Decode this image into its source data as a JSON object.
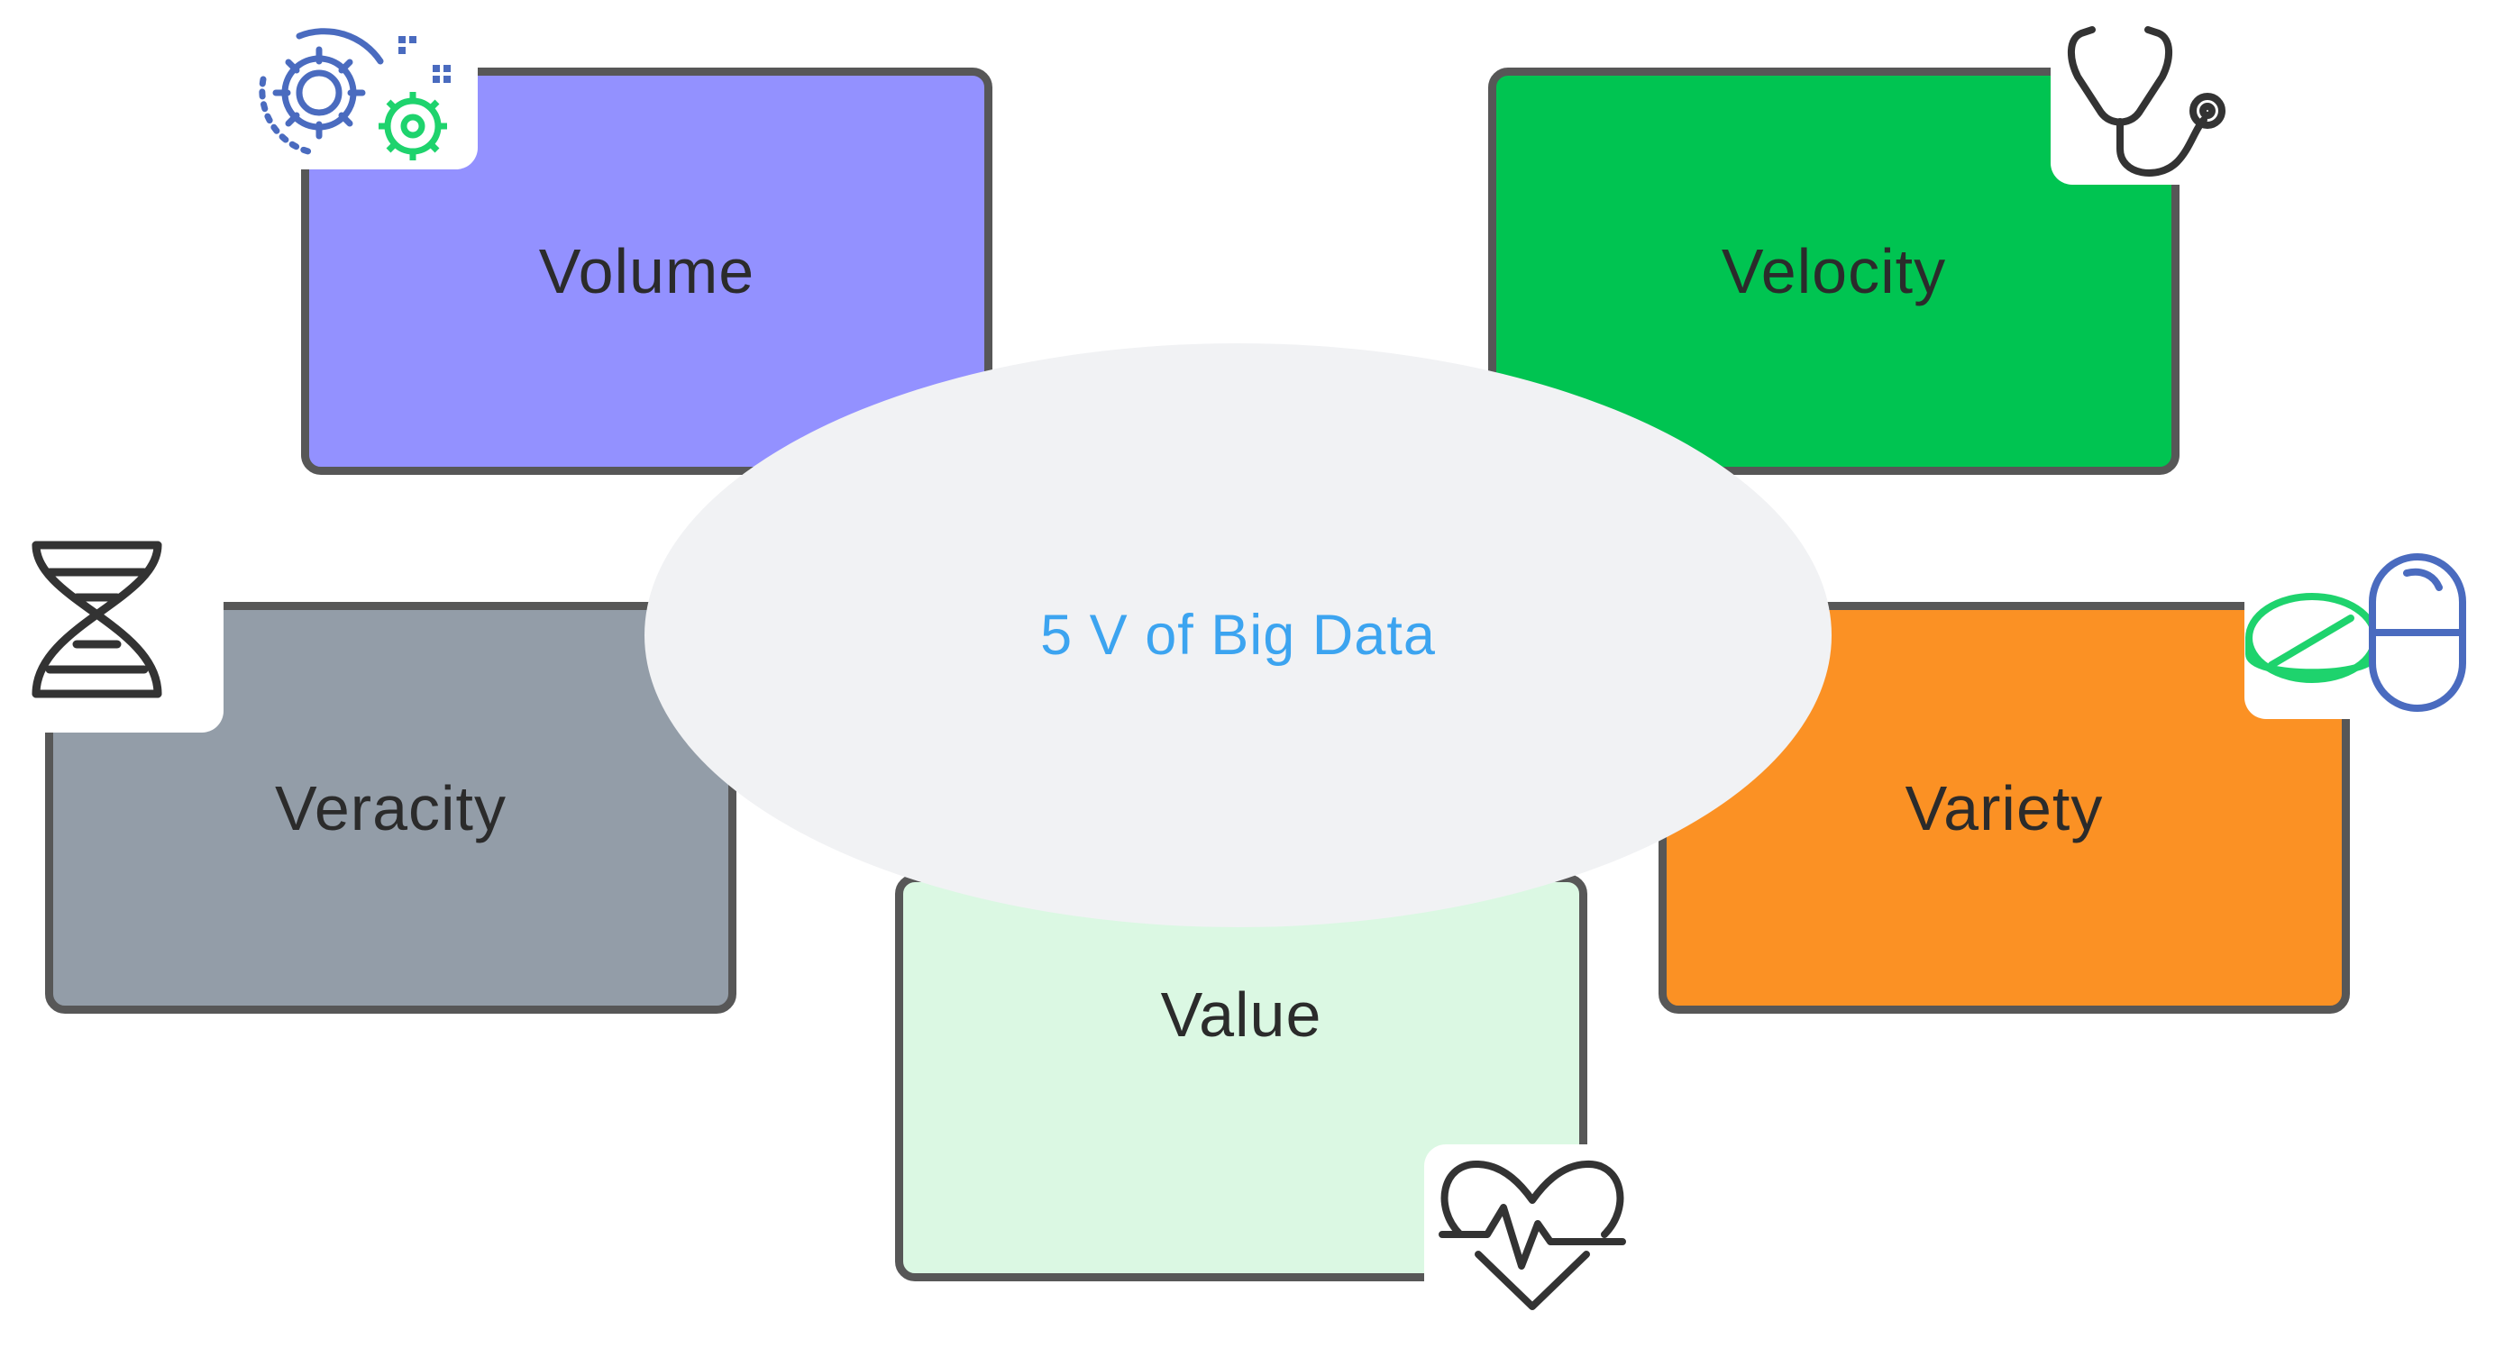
{
  "hub": {
    "label": "5 V of Big Data",
    "text_color": "#3ca4f0",
    "fill": "#f1f2f4"
  },
  "cards": [
    {
      "id": "volume",
      "label": "Volume",
      "fill": "#9391ff",
      "icon": "gears-icon"
    },
    {
      "id": "velocity",
      "label": "Velocity",
      "fill": "#00c451",
      "icon": "stethoscope-icon"
    },
    {
      "id": "veracity",
      "label": "Veracity",
      "fill": "#939da8",
      "icon": "dna-icon"
    },
    {
      "id": "variety",
      "label": "Variety",
      "fill": "#fb9124",
      "icon": "pills-icon"
    },
    {
      "id": "value",
      "label": "Value",
      "fill": "#dbf8e3",
      "icon": "heart-pulse-icon"
    }
  ],
  "colors": {
    "card_border": "#575757",
    "icon_blue": "#4a6bbf",
    "icon_green": "#1ed36d",
    "icon_dark": "#333333"
  }
}
